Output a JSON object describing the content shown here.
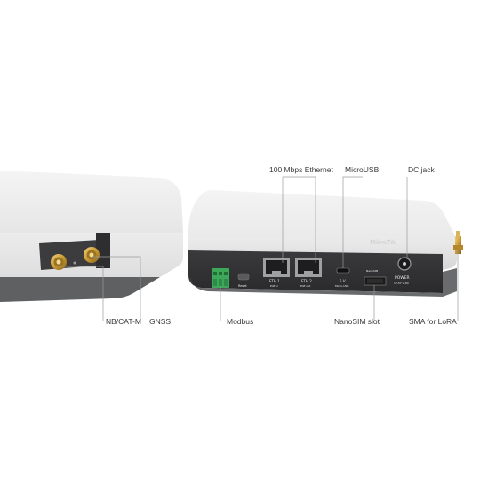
{
  "callouts": {
    "ethernet": "100 Mbps Ethernet",
    "microusb": "MicroUSB",
    "dcjack": "DC jack",
    "nbcatm": "NB/CAT-M",
    "gnss": "GNSS",
    "modbus": "Modbus",
    "nanosim": "NanoSIM slot",
    "sma_lora": "SMA for LoRA"
  },
  "panel": {
    "eth1": "ETH 1",
    "eth1_sub": "PoE in",
    "eth2": "ETH 2",
    "eth2_sub": "PoE out",
    "usb_volt": "5 V",
    "usb_sub": "Micro-USB",
    "sim": "NanoSIM",
    "reset": "Reset",
    "power": "POWER",
    "power_sub": "12-57 V DC"
  },
  "brand": "MikroTik"
}
